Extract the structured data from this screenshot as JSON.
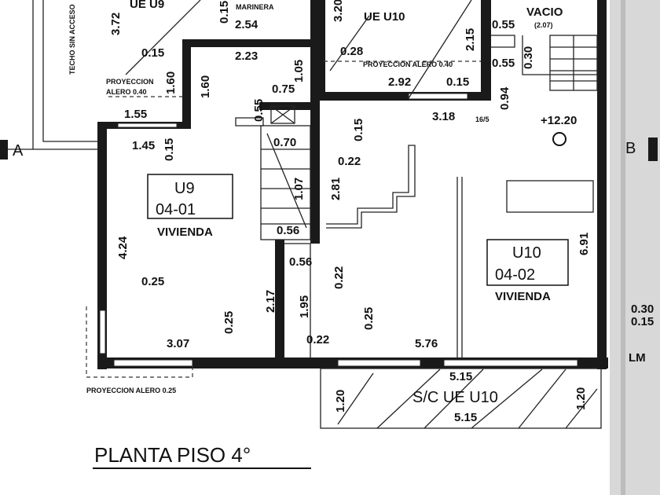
{
  "title": "PLANTA PISO 4°",
  "section_marks": {
    "left": "A",
    "right": "B"
  },
  "units": [
    {
      "code": "U9",
      "number": "04-01",
      "use": "VIVIENDA"
    },
    {
      "code": "U10",
      "number": "04-02",
      "use": "VIVIENDA"
    }
  ],
  "labels": {
    "techo": "TECHO SIN ACCESO",
    "ue_u9": "UE U9",
    "ue_u10": "UE U10",
    "marinera": "MARINERA",
    "vacio": "VACIO",
    "vacio_dim": "(2.07)",
    "proy_alero_040_a": "PROYECCION",
    "proy_alero_040_b": "ALERO 0.40",
    "proy_alero_040_c": "PROYECCION ALERO 0.40",
    "proy_alero_025": "PROYECCION ALERO 0.25",
    "sc_ue_u10": "S/C UE U10",
    "level": "+12.20",
    "lm": "LM",
    "step": "16/5"
  },
  "dims": [
    "3.72",
    "0.15",
    "2.54",
    "3.20",
    "0.55",
    "0.55",
    "0.30",
    "0.15",
    "2.23",
    "1.05",
    "0.28",
    "2.15",
    "1.60",
    "1.60",
    "0.75",
    "0.55",
    "2.92",
    "0.15",
    "0.94",
    "1.55",
    "3.18",
    "1.45",
    "0.15",
    "0.70",
    "0.15",
    "0.22",
    "1.07",
    "2.81",
    "0.56",
    "4.24",
    "0.56",
    "0.22",
    "6.91",
    "0.25",
    "2.17",
    "1.95",
    "0.25",
    "0.25",
    "0.30",
    "0.15",
    "3.07",
    "0.22",
    "5.76",
    "5.15",
    "5.15",
    "1.20",
    "1.20"
  ]
}
